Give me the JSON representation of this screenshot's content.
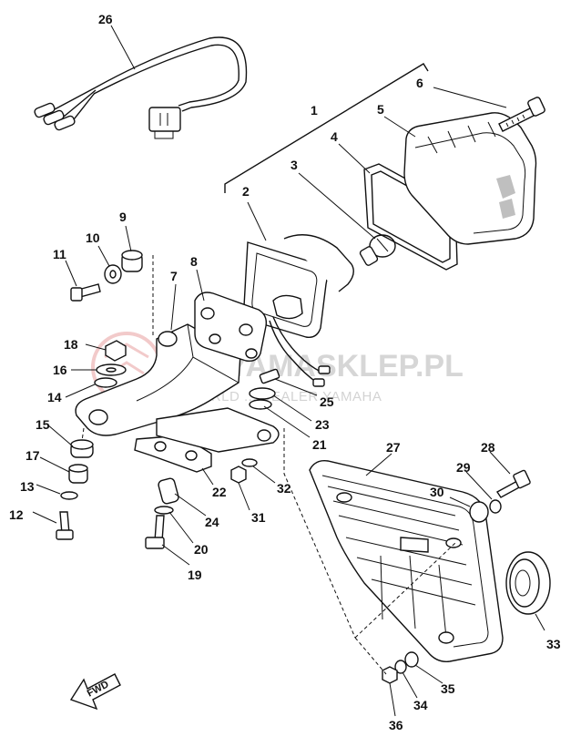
{
  "watermark": {
    "main_text": "YAMASKLEP.PL",
    "sub_text": "WORLD ... DEALER YAMAHA",
    "color": "#c9c9c9",
    "logo_color": "#e8a0a0"
  },
  "forward_arrow": {
    "label": "FWD"
  },
  "group_bracket": {
    "label": "1"
  },
  "parts": [
    {
      "id": "2",
      "label": "2",
      "name": "lamp-base"
    },
    {
      "id": "3",
      "label": "3",
      "name": "bulb"
    },
    {
      "id": "4",
      "label": "4",
      "name": "lens-gasket"
    },
    {
      "id": "5",
      "label": "5",
      "name": "lens"
    },
    {
      "id": "6",
      "label": "6",
      "name": "lens-screw"
    },
    {
      "id": "7",
      "label": "7",
      "name": "taillight-bracket"
    },
    {
      "id": "8",
      "label": "8",
      "name": "mounting-plate"
    },
    {
      "id": "9",
      "label": "9",
      "name": "collar"
    },
    {
      "id": "10",
      "label": "10",
      "name": "washer"
    },
    {
      "id": "11",
      "label": "11",
      "name": "bolt"
    },
    {
      "id": "12",
      "label": "12",
      "name": "bolt"
    },
    {
      "id": "13",
      "label": "13",
      "name": "washer"
    },
    {
      "id": "14",
      "label": "14",
      "name": "washer"
    },
    {
      "id": "15",
      "label": "15",
      "name": "damper"
    },
    {
      "id": "16",
      "label": "16",
      "name": "washer"
    },
    {
      "id": "17",
      "label": "17",
      "name": "collar"
    },
    {
      "id": "18",
      "label": "18",
      "name": "nut"
    },
    {
      "id": "19",
      "label": "19",
      "name": "bolt"
    },
    {
      "id": "20",
      "label": "20",
      "name": "washer"
    },
    {
      "id": "21",
      "label": "21",
      "name": "grommet"
    },
    {
      "id": "22",
      "label": "22",
      "name": "stay"
    },
    {
      "id": "23",
      "label": "23",
      "name": "grommet"
    },
    {
      "id": "24",
      "label": "24",
      "name": "collar"
    },
    {
      "id": "25",
      "label": "25",
      "name": "cord-clip"
    },
    {
      "id": "26",
      "label": "26",
      "name": "wire-harness"
    },
    {
      "id": "27",
      "label": "27",
      "name": "license-plate-bracket"
    },
    {
      "id": "28",
      "label": "28",
      "name": "bolt"
    },
    {
      "id": "29",
      "label": "29",
      "name": "washer"
    },
    {
      "id": "30",
      "label": "30",
      "name": "washer"
    },
    {
      "id": "31",
      "label": "31",
      "name": "nut"
    },
    {
      "id": "32",
      "label": "32",
      "name": "washer"
    },
    {
      "id": "33",
      "label": "33",
      "name": "reflector"
    },
    {
      "id": "34",
      "label": "34",
      "name": "washer"
    },
    {
      "id": "35",
      "label": "35",
      "name": "washer"
    },
    {
      "id": "36",
      "label": "36",
      "name": "nut"
    }
  ]
}
